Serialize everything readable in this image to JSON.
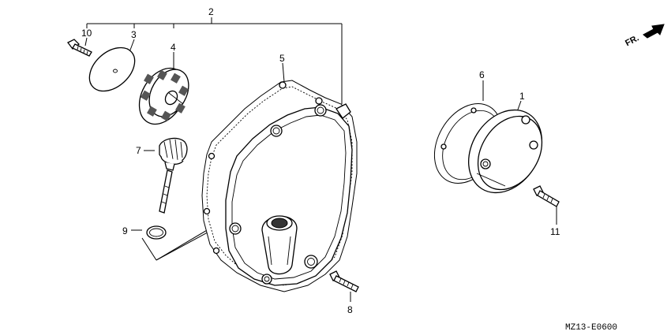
{
  "callouts": {
    "c1": "1",
    "c2": "2",
    "c3": "3",
    "c4": "4",
    "c5": "5",
    "c6": "6",
    "c7": "7",
    "c8": "8",
    "c9": "9",
    "c10": "10",
    "c11": "11"
  },
  "direction": {
    "label": "FR."
  },
  "diagram_code": "MZ13-E0600",
  "icons": [
    "front-direction-arrow-icon"
  ]
}
